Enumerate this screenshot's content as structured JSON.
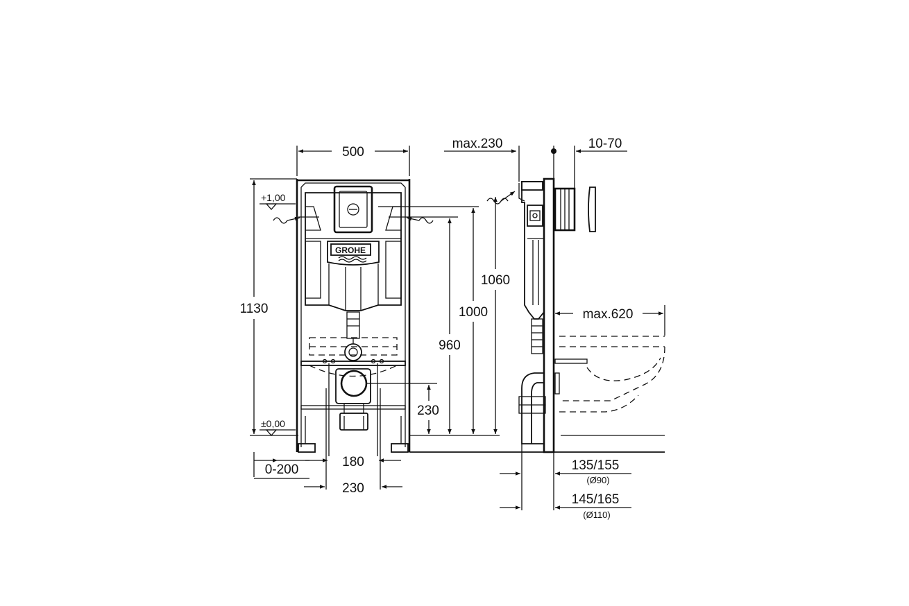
{
  "brand": {
    "logo": "GROHE"
  },
  "front_view": {
    "levels": {
      "top": "+1,00",
      "bottom": "±0,00"
    },
    "dimensions": {
      "width": "500",
      "total_height": "1130",
      "height_1060": "1060",
      "height_1000": "1000",
      "height_960": "960",
      "height_230": "230",
      "foot_adjust": "0-200",
      "bolt_spacing_180": "180",
      "bolt_spacing_230": "230"
    }
  },
  "side_view": {
    "dimensions": {
      "max_depth": "max.230",
      "wall_adjust": "10-70",
      "max_projection": "max.620",
      "outlet_90": "135/155",
      "outlet_90_dia": "(Ø90)",
      "outlet_110": "145/165",
      "outlet_110_dia": "(Ø110)"
    }
  },
  "colors": {
    "line": "#111111",
    "background": "#ffffff"
  }
}
